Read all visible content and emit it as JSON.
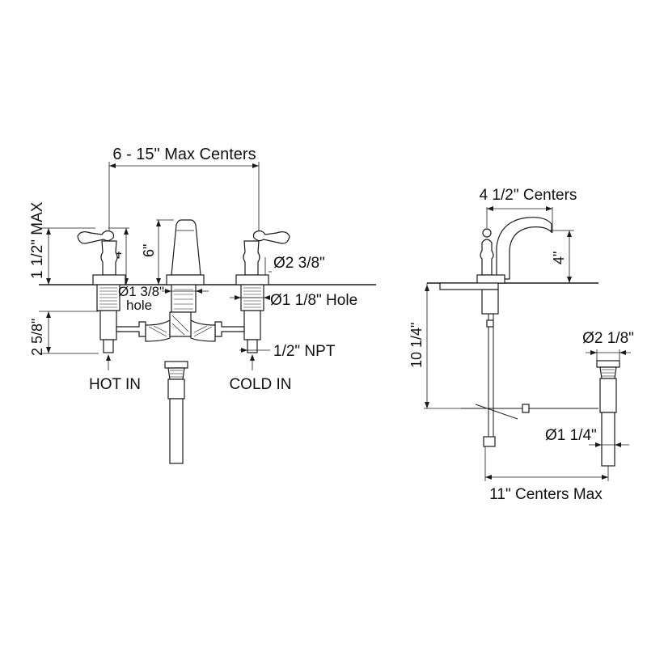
{
  "labels": {
    "max_centers": "6 - 15\" Max Centers",
    "max_height": "1 1/2\" MAX",
    "handle_height": "4\"",
    "spout_height": "6\"",
    "flange_dia": "Ø2 3/8\"",
    "spout_hole_dia": "Ø1 3/8\"",
    "spout_hole_word": "hole",
    "valve_hole": "Ø1 1/8\" Hole",
    "shank_length": "2 5/8\"",
    "npt": "1/2\" NPT",
    "hot_in": "HOT IN",
    "cold_in": "COLD IN",
    "spout_centers": "4 1/2\" Centers",
    "spout_reach_height": "4\"",
    "drain_depth": "10 1/4\"",
    "drain_flange_dia": "Ø2 1/8\"",
    "tailpiece_dia": "Ø1 1/4\"",
    "rod_centers": "11\" Centers Max"
  }
}
